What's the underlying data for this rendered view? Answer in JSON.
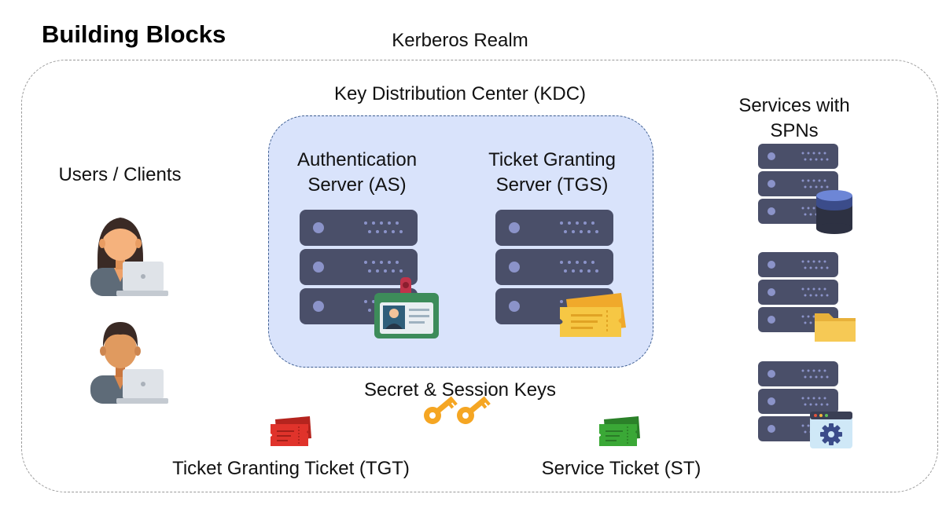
{
  "title": "Building Blocks",
  "realm": {
    "label": "Kerberos Realm"
  },
  "kdc": {
    "label": "Key Distribution Center (KDC)",
    "as_label_line1": "Authentication",
    "as_label_line2": "Server (AS)",
    "tgs_label_line1": "Ticket Granting",
    "tgs_label_line2": "Server (TGS)"
  },
  "clients": {
    "label": "Users / Clients"
  },
  "services": {
    "label_line1": "Services with",
    "label_line2": "SPNs"
  },
  "keys": {
    "label": "Secret & Session Keys"
  },
  "tgt": {
    "label": "Ticket Granting Ticket (TGT)"
  },
  "st": {
    "label": "Service Ticket (ST)"
  },
  "colors": {
    "server": "#4a4f69",
    "server_light": "#5b607c",
    "led": "#8b93c9",
    "kdc_fill": "#d9e3fb",
    "kdc_border": "#3d5d91",
    "tgt_ticket": "#e0332b",
    "st_ticket": "#3aa836",
    "gold_ticket": "#f6c744",
    "key": "#f5a623"
  },
  "icons": [
    "user-female-icon",
    "user-male-icon",
    "server-icon",
    "id-badge-icon",
    "ticket-icon",
    "database-icon",
    "folder-icon",
    "gear-icon",
    "key-icon"
  ]
}
